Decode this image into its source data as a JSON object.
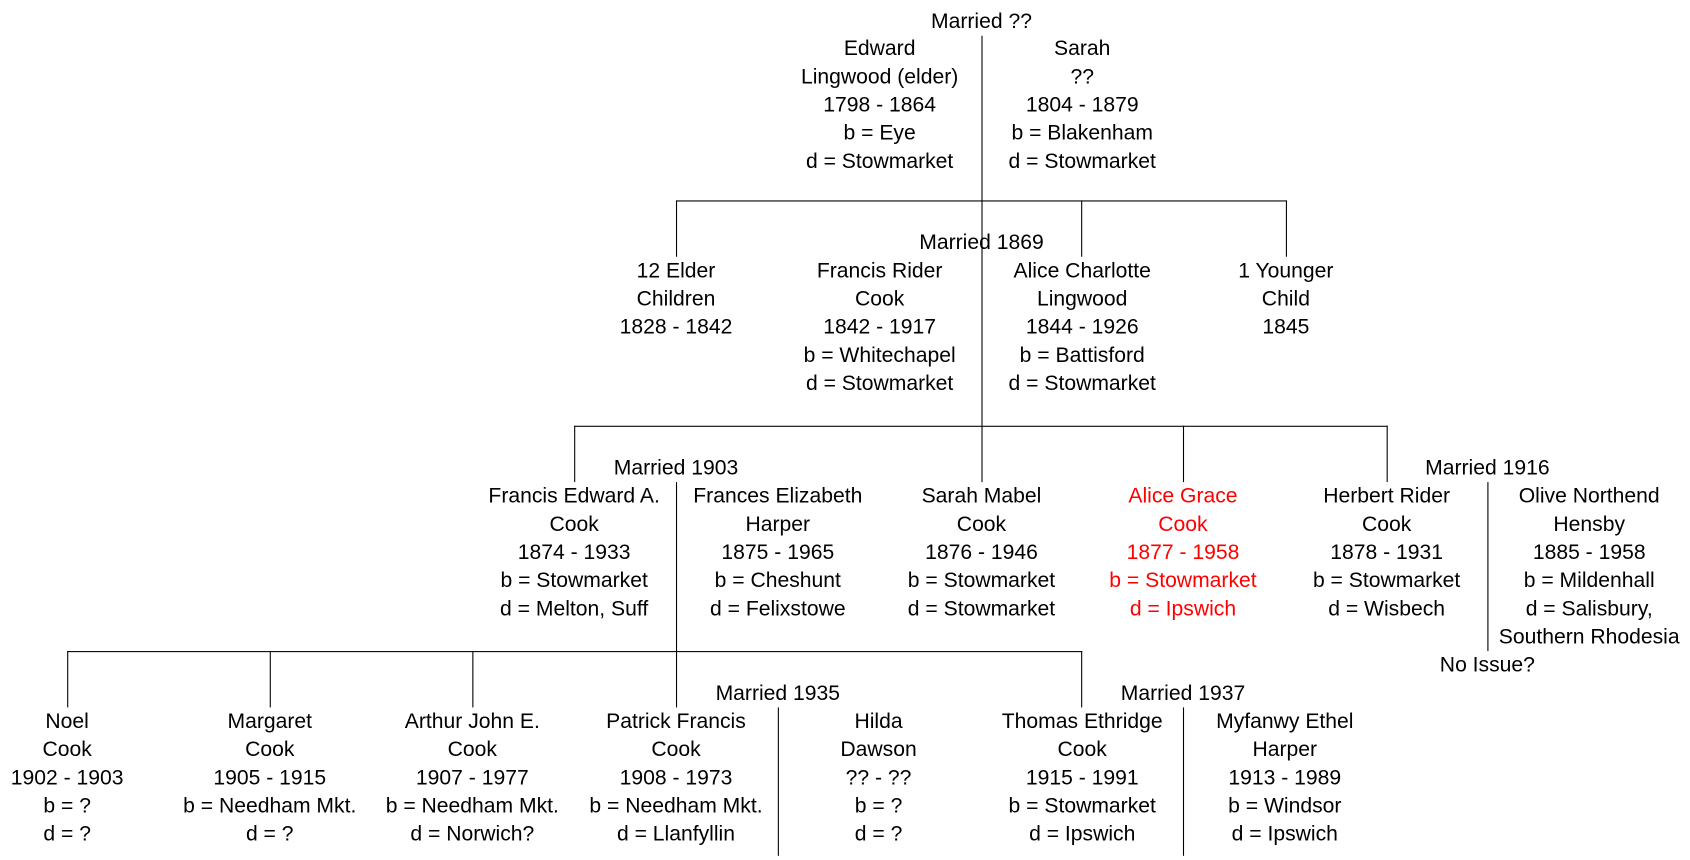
{
  "gen0": {
    "marriage": "Married ??",
    "edward": [
      "Edward",
      "Lingwood (elder)",
      "1798 - 1864",
      "b = Eye",
      "d = Stowmarket"
    ],
    "sarah": [
      "Sarah",
      "??",
      "1804 - 1879",
      "b = Blakenham",
      "d = Stowmarket"
    ]
  },
  "gen1": {
    "marriage": "Married 1869",
    "elder": [
      "12 Elder",
      "Children",
      "1828 - 1842"
    ],
    "francis_rider": [
      "Francis Rider",
      "Cook",
      "1842 - 1917",
      "b = Whitechapel",
      "d = Stowmarket"
    ],
    "alice_charlotte": [
      "Alice Charlotte",
      "Lingwood",
      "1844 - 1926",
      "b = Battisford",
      "d = Stowmarket"
    ],
    "younger": [
      "1 Younger",
      "Child",
      "1845"
    ]
  },
  "gen2": {
    "marriage_1903": "Married 1903",
    "marriage_1916": "Married 1916",
    "no_issue": "No Issue?",
    "francis_edward": [
      "Francis Edward A.",
      "Cook",
      "1874 - 1933",
      "b = Stowmarket",
      "d = Melton, Suff"
    ],
    "frances_elizabeth": [
      "Frances Elizabeth",
      "Harper",
      "1875 - 1965",
      "b = Cheshunt",
      "d = Felixstowe"
    ],
    "sarah_mabel": [
      "Sarah Mabel",
      "Cook",
      "1876 - 1946",
      "b = Stowmarket",
      "d = Stowmarket"
    ],
    "alice_grace": [
      "Alice Grace",
      "Cook",
      "1877 - 1958",
      "b = Stowmarket",
      "d = Ipswich"
    ],
    "herbert": [
      "Herbert Rider",
      "Cook",
      "1878 - 1931",
      "b = Stowmarket",
      "d = Wisbech"
    ],
    "olive": [
      "Olive Northend",
      "Hensby",
      "1885 - 1958",
      "b = Mildenhall",
      "d = Salisbury,",
      "Southern Rhodesia"
    ]
  },
  "gen3": {
    "marriage_1935": "Married 1935",
    "marriage_1937": "Married 1937",
    "noel": [
      "Noel",
      "Cook",
      "1902 - 1903",
      "b = ?",
      "d = ?"
    ],
    "margaret": [
      "Margaret",
      "Cook",
      "1905 - 1915",
      "b = Needham Mkt.",
      "d = ?"
    ],
    "arthur": [
      "Arthur John E.",
      "Cook",
      "1907 - 1977",
      "b = Needham Mkt.",
      "d = Norwich?"
    ],
    "patrick": [
      "Patrick Francis",
      "Cook",
      "1908 - 1973",
      "b = Needham Mkt.",
      "d = Llanfyllin"
    ],
    "hilda": [
      "Hilda",
      "Dawson",
      "?? - ??",
      "b = ?",
      "d = ?"
    ],
    "thomas": [
      "Thomas Ethridge",
      "Cook",
      "1915 - 1991",
      "b = Stowmarket",
      "d = Ipswich"
    ],
    "myfanwy": [
      "Myfanwy Ethel",
      "Harper",
      "1913 - 1989",
      "b = Windsor",
      "d = Ipswich"
    ]
  },
  "colors": {
    "highlight": "#ff0000",
    "text": "#000000"
  }
}
